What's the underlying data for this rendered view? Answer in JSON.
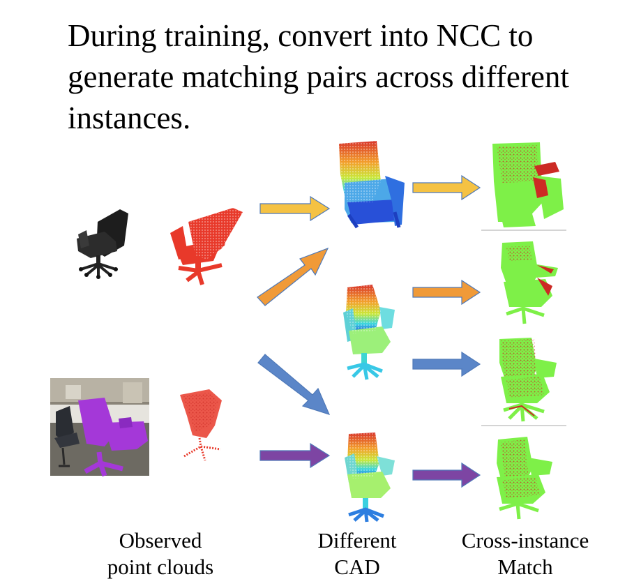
{
  "headline": "During training, convert into NCC to generate matching pairs across different instances.",
  "captions": {
    "observed_line1": "Observed",
    "observed_line2": "point clouds",
    "cad_line1": "Different",
    "cad_line2": "CAD",
    "match_line1": "Cross-instance",
    "match_line2": "Match"
  },
  "colors": {
    "arrow_yellow": "#f5c243",
    "arrow_orange": "#f09a38",
    "arrow_blue": "#5b86c8",
    "arrow_purple": "#7d45a3",
    "arrow_stroke": "#4f79b8",
    "observed_red": "#e8392a",
    "match_green": "#7ef048",
    "match_red": "#cc2a24",
    "photo_purple": "#a438d8"
  }
}
